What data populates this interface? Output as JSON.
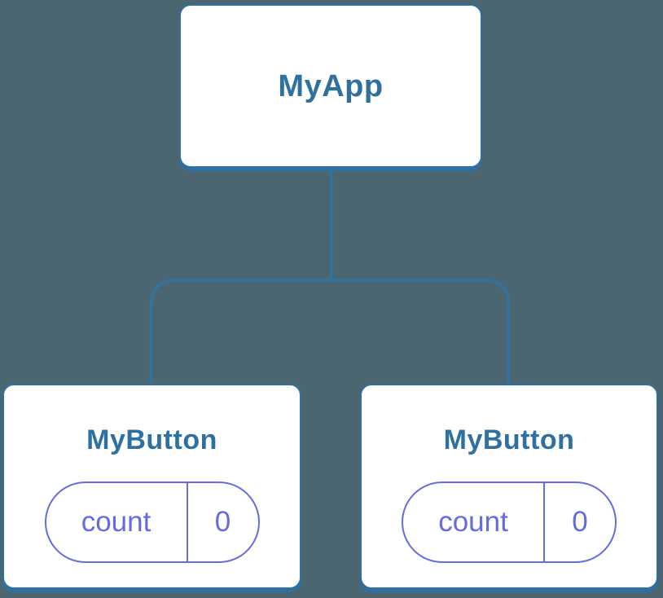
{
  "diagram": {
    "root": {
      "label": "MyApp"
    },
    "children": [
      {
        "label": "MyButton",
        "state": {
          "key": "count",
          "value": "0"
        }
      },
      {
        "label": "MyButton",
        "state": {
          "key": "count",
          "value": "0"
        }
      }
    ]
  },
  "colors": {
    "background": "#4c6671",
    "tree_accent": "#2e709f",
    "line_accent": "#2e73a3",
    "state_accent": "#666bdf",
    "node_fill": "#ffffff"
  }
}
